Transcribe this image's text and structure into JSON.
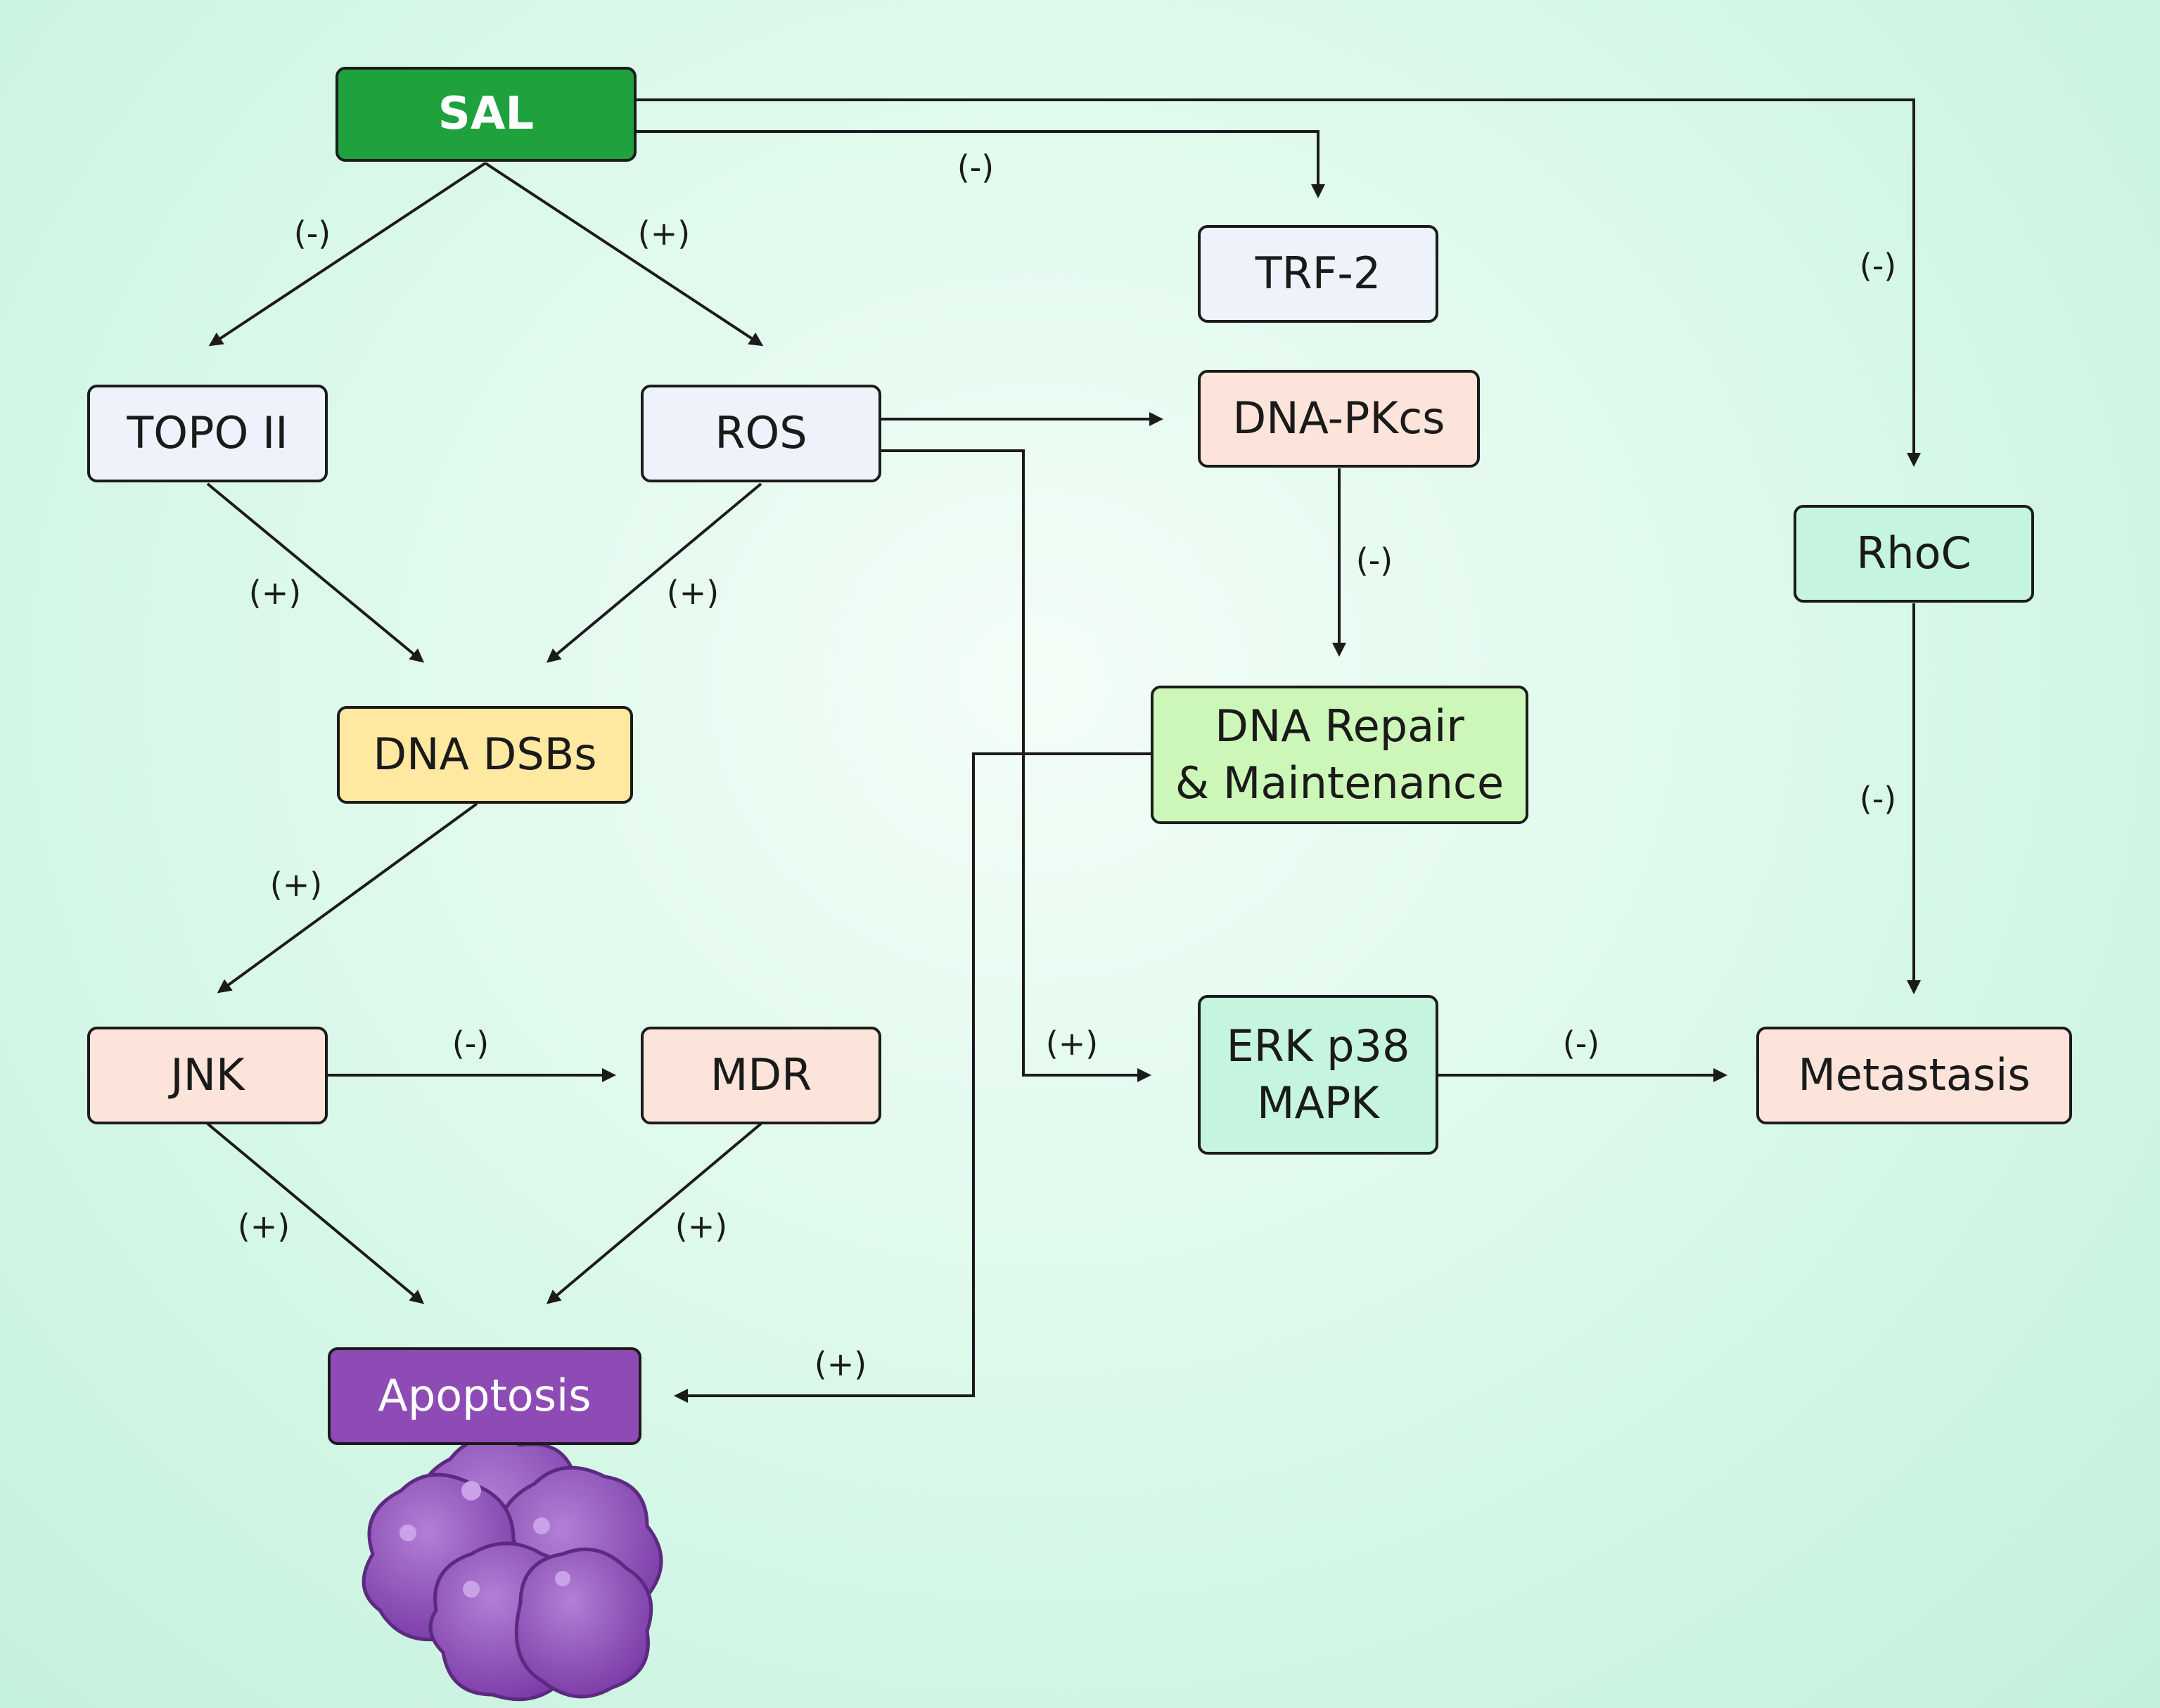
{
  "colors": {
    "sal": "#1fa13e",
    "apoptosis": "#8e4bb5",
    "neutral": "#eef2fb",
    "peach": "#fde4da",
    "yellow": "#ffe9a0",
    "green": "#cdf7b8",
    "mint": "#c6f5df",
    "edge": "#1b1b1b",
    "cell_fill": "#8e4bb5",
    "cell_light": "#b27fd6"
  },
  "nodes": {
    "sal": "SAL",
    "topo": "TOPO II",
    "ros": "ROS",
    "trf2": "TRF-2",
    "dnapk": "DNA-PKcs",
    "rhoc": "RhoC",
    "dsb": "DNA DSBs",
    "repair": "DNA Repair\n& Maintenance",
    "jnk": "JNK",
    "mdr": "MDR",
    "erk": "ERK p38\nMAPK",
    "metastasis": "Metastasis",
    "apoptosis": "Apoptosis"
  },
  "edges": [
    {
      "from": "sal",
      "to": "topo",
      "sign": "(-)"
    },
    {
      "from": "sal",
      "to": "ros",
      "sign": "(+)"
    },
    {
      "from": "sal",
      "to": "trf2",
      "sign": "(-)"
    },
    {
      "from": "sal",
      "to": "rhoc",
      "sign": "(-)"
    },
    {
      "from": "ros",
      "to": "dnapk",
      "sign": ""
    },
    {
      "from": "topo",
      "to": "dsb",
      "sign": "(+)"
    },
    {
      "from": "ros",
      "to": "dsb",
      "sign": "(+)"
    },
    {
      "from": "dnapk",
      "to": "repair",
      "sign": "(-)"
    },
    {
      "from": "rhoc",
      "to": "metastasis",
      "sign": "(-)"
    },
    {
      "from": "dsb",
      "to": "jnk",
      "sign": "(+)"
    },
    {
      "from": "jnk",
      "to": "mdr",
      "sign": "(-)"
    },
    {
      "from": "ros",
      "to": "erk",
      "sign": "(+)"
    },
    {
      "from": "erk",
      "to": "metastasis",
      "sign": "(-)"
    },
    {
      "from": "jnk",
      "to": "apoptosis",
      "sign": "(+)"
    },
    {
      "from": "mdr",
      "to": "apoptosis",
      "sign": "(+)"
    },
    {
      "from": "repair",
      "to": "apoptosis",
      "sign": "(+)"
    }
  ],
  "illustration": "apoptotic-cells-cluster"
}
